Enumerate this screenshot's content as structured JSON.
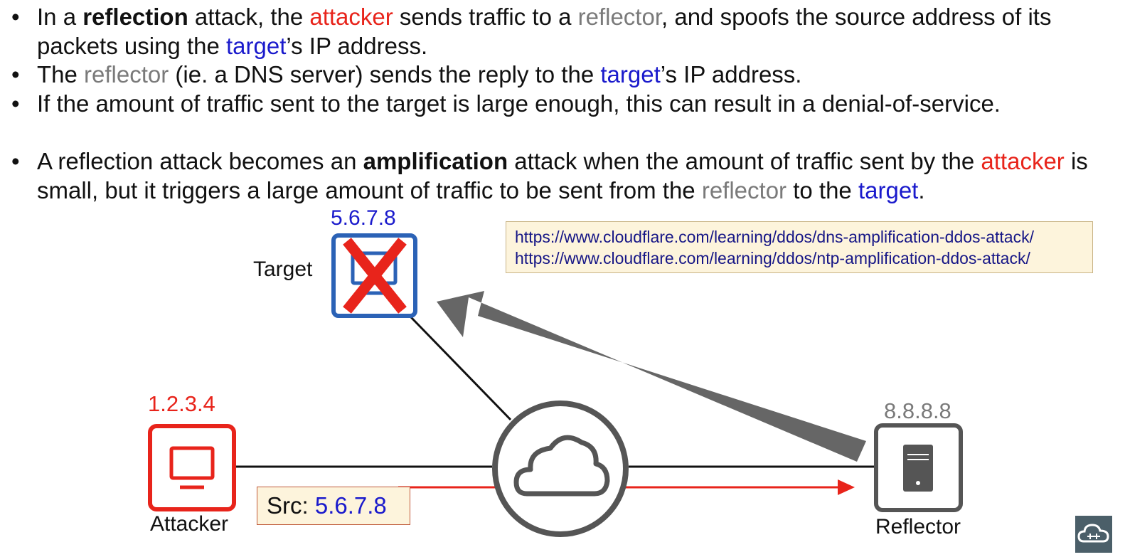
{
  "bullets": [
    {
      "parts": [
        {
          "text": "In a ",
          "style": ""
        },
        {
          "text": "reflection",
          "style": "bold"
        },
        {
          "text": " attack, the ",
          "style": ""
        },
        {
          "text": "attacker",
          "style": "red"
        },
        {
          "text": " sends traffic to a ",
          "style": ""
        },
        {
          "text": "reflector",
          "style": "gray"
        },
        {
          "text": ", and spoofs the source address of its packets using the ",
          "style": ""
        },
        {
          "text": "target",
          "style": "blue"
        },
        {
          "text": "’s IP address.",
          "style": ""
        }
      ]
    },
    {
      "parts": [
        {
          "text": "The ",
          "style": ""
        },
        {
          "text": "reflector",
          "style": "gray"
        },
        {
          "text": " (ie. a DNS server) sends the reply to the ",
          "style": ""
        },
        {
          "text": "target",
          "style": "blue"
        },
        {
          "text": "’s IP address.",
          "style": ""
        }
      ]
    },
    {
      "parts": [
        {
          "text": "If the amount of traffic sent to the target is large enough, this can result in a denial-of-service.",
          "style": ""
        }
      ]
    },
    {
      "gap_before": true,
      "parts": [
        {
          "text": "A reflection attack becomes an ",
          "style": ""
        },
        {
          "text": "amplification",
          "style": "bold"
        },
        {
          "text": " attack when the amount of traffic sent by the ",
          "style": ""
        },
        {
          "text": "attacker",
          "style": "red"
        },
        {
          "text": " is small, but it triggers a large amount of traffic to be sent from the ",
          "style": ""
        },
        {
          "text": "reflector",
          "style": "gray"
        },
        {
          "text": " to the ",
          "style": ""
        },
        {
          "text": "target",
          "style": "blue"
        },
        {
          "text": ".",
          "style": ""
        }
      ]
    }
  ],
  "diagram": {
    "target": {
      "ip": "5.6.7.8",
      "label": "Target",
      "icon": "pc-icon",
      "status": "down",
      "color": "#2b62b6"
    },
    "attacker": {
      "ip": "1.2.3.4",
      "label": "Attacker",
      "icon": "pc-icon",
      "color": "#e8241b"
    },
    "reflector": {
      "ip": "8.8.8.8",
      "label": "Reflector",
      "icon": "server-icon",
      "color": "#555555"
    },
    "cloud": {
      "icon": "cloud-icon"
    },
    "src_box": {
      "prefix": "Src: ",
      "value": "5.6.7.8"
    },
    "urls": [
      "https://www.cloudflare.com/learning/ddos/dns-amplification-ddos-attack/",
      "https://www.cloudflare.com/learning/ddos/ntp-amplification-ddos-attack/"
    ]
  },
  "logo": {
    "icon": "cloud-logo-icon"
  }
}
